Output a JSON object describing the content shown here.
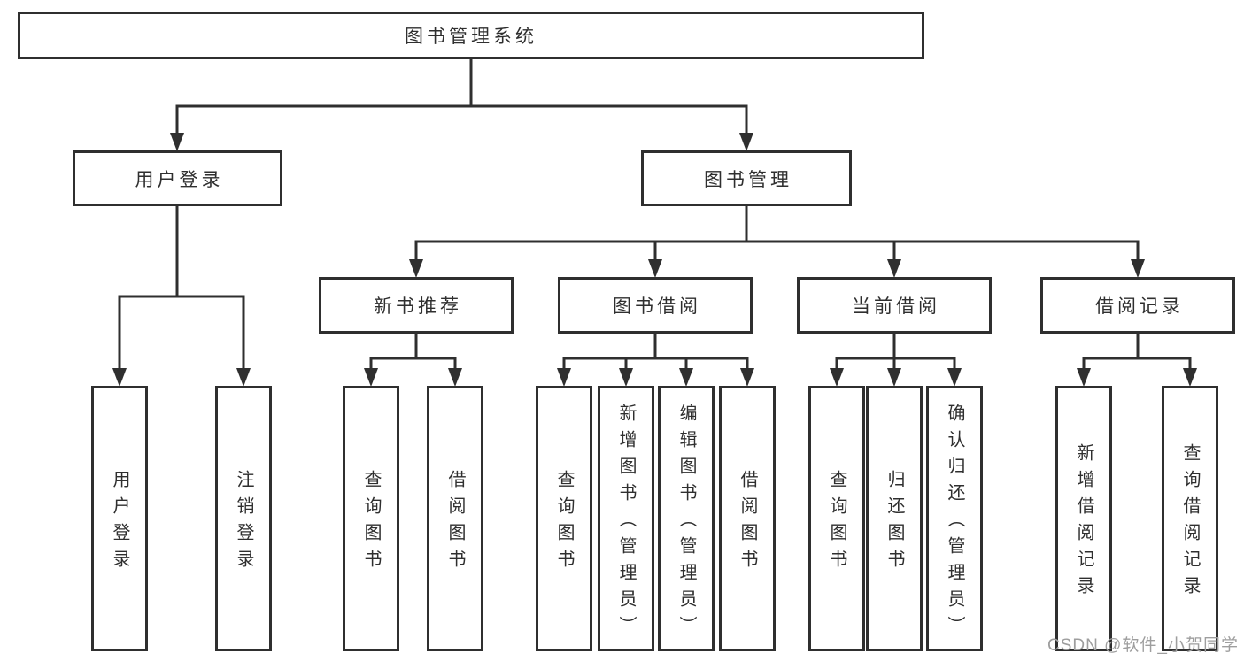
{
  "tree": {
    "root": {
      "label": "图书管理系统"
    },
    "user_login": {
      "label": "用户登录",
      "children": [
        {
          "label": "用户登录"
        },
        {
          "label": "注销登录"
        }
      ]
    },
    "book_management": {
      "label": "图书管理",
      "groups": [
        {
          "label": "新书推荐",
          "children": [
            {
              "label": "查询图书"
            },
            {
              "label": "借阅图书"
            }
          ]
        },
        {
          "label": "图书借阅",
          "children": [
            {
              "label": "查询图书"
            },
            {
              "label": "新增图书（管理员）"
            },
            {
              "label": "编辑图书（管理员）"
            },
            {
              "label": "借阅图书"
            }
          ]
        },
        {
          "label": "当前借阅",
          "children": [
            {
              "label": "查询图书"
            },
            {
              "label": "归还图书"
            },
            {
              "label": "确认归还（管理员）"
            }
          ]
        },
        {
          "label": "借阅记录",
          "children": [
            {
              "label": "新增借阅记录"
            },
            {
              "label": "查询借阅记录"
            }
          ]
        }
      ]
    }
  },
  "watermark": {
    "label": "CSDN @软件_小贺同学"
  },
  "colors": {
    "line": "#2f2f2f",
    "text": "#2f2f2f",
    "watermark": "#9e9e9e",
    "background": "#ffffff"
  }
}
